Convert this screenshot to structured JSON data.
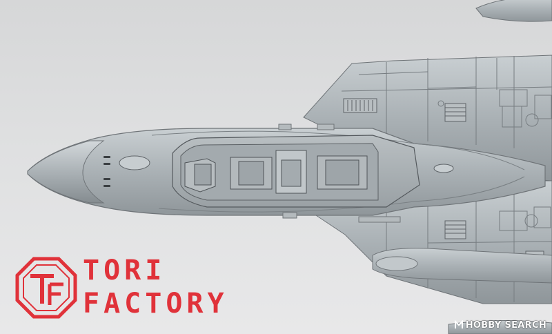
{
  "logo": {
    "line1": "TORI",
    "line2": "FACTORY",
    "emblem_letters": "TF",
    "color": "#e0323a"
  },
  "watermark": {
    "text": "HOBBY SEARCH",
    "icon": "hobby-search-logo-icon"
  },
  "colors": {
    "background": "#dcdcdd",
    "model_gray": "#a9b0b4",
    "panel_line": "#6f7478"
  }
}
